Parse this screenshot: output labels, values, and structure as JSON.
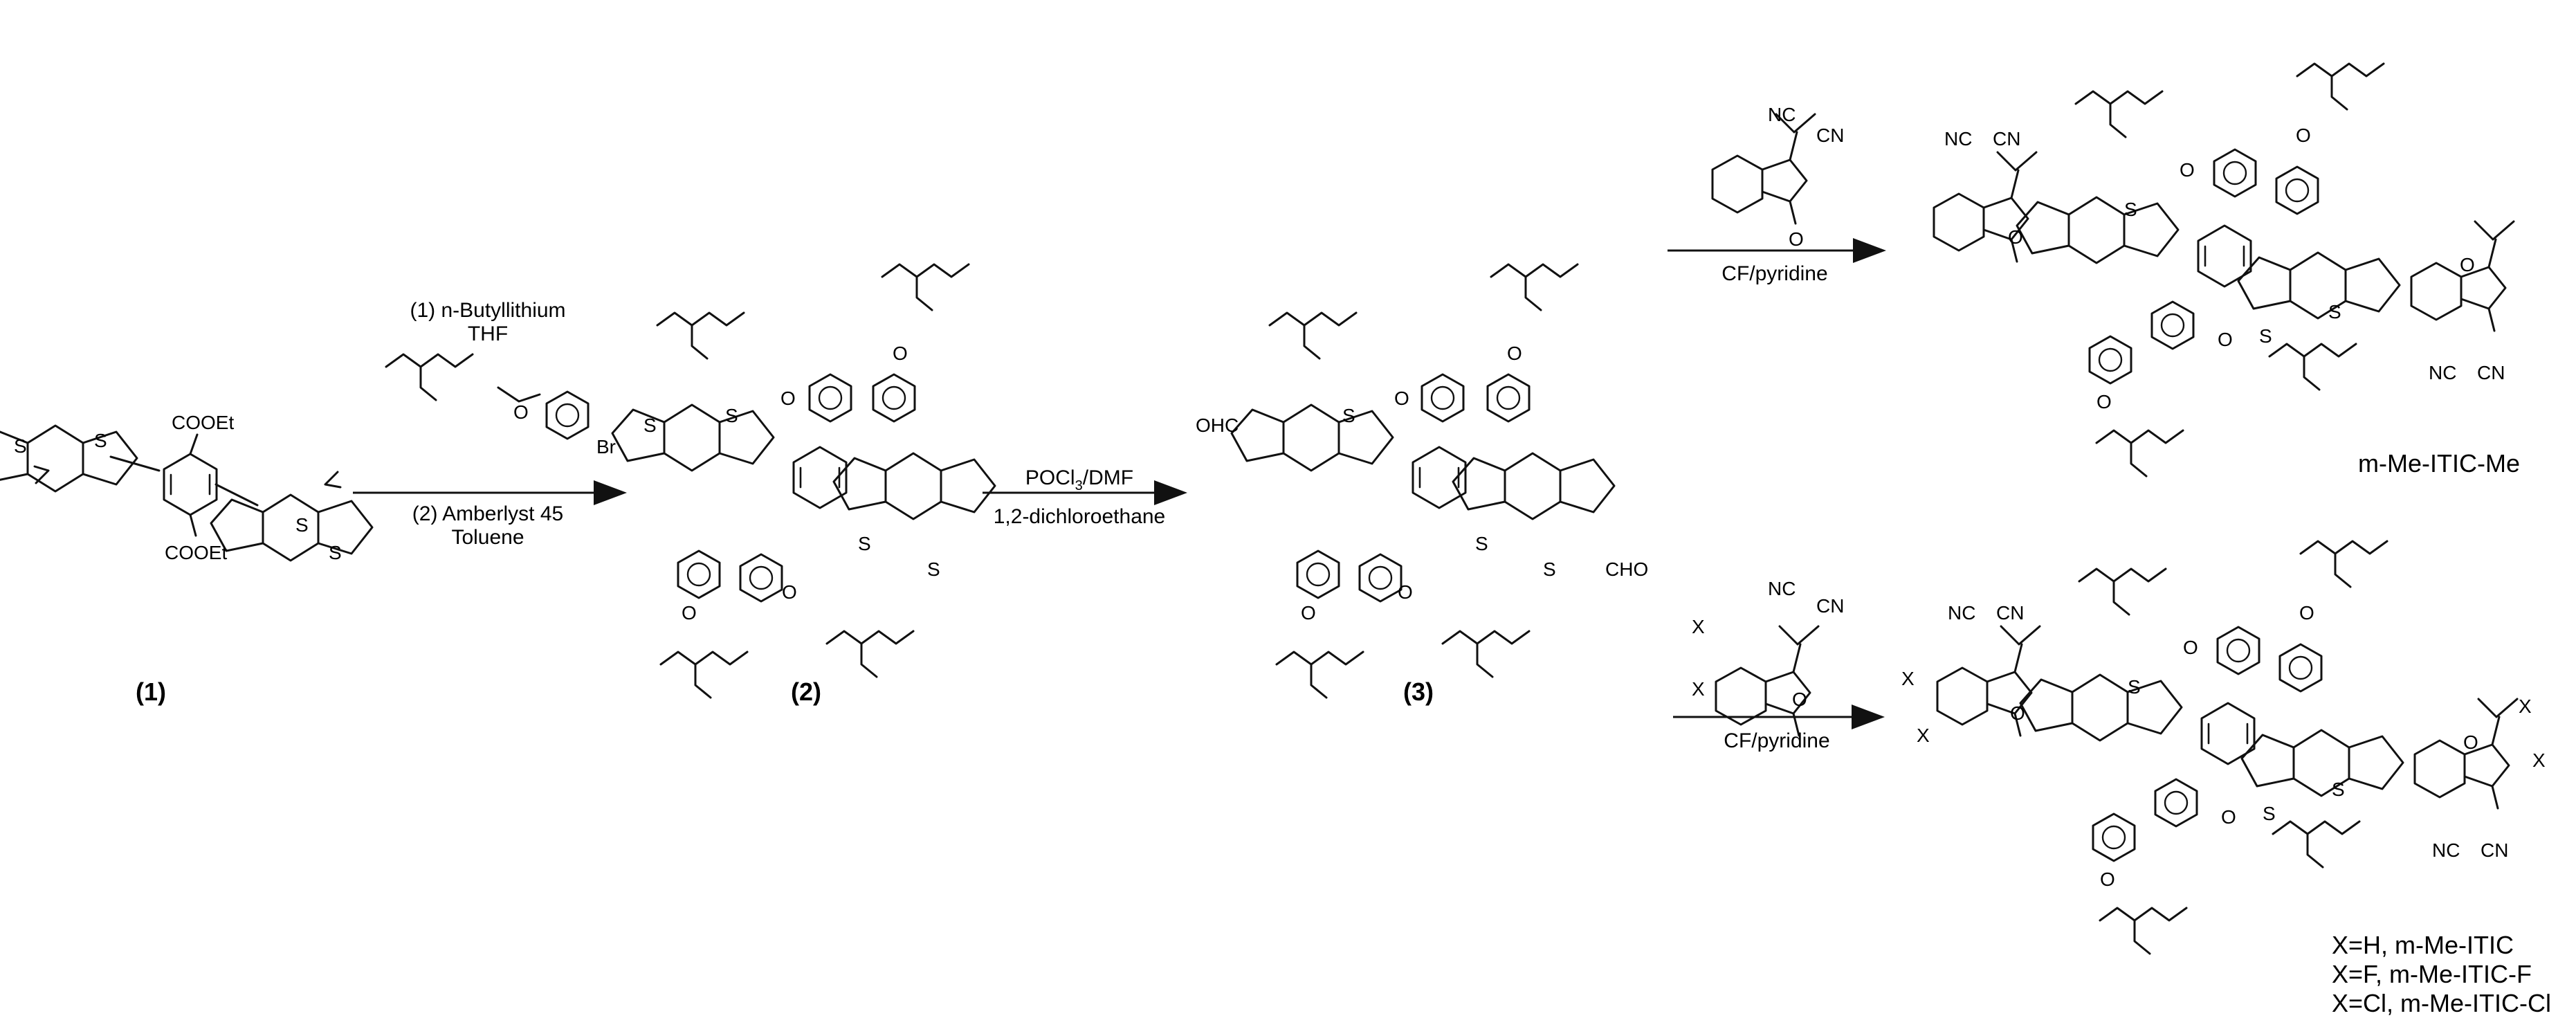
{
  "scheme": {
    "compounds": {
      "c1": "(1)",
      "c2": "(2)",
      "c3": "(3)"
    },
    "step1": {
      "line1": "(1) n-Butyllithium",
      "line2": "THF",
      "line3": "(2) Amberlyst 45",
      "line4": "Toluene"
    },
    "step2": {
      "reagent_base": "POCl",
      "reagent_sub": "3",
      "reagent_rest": "/DMF",
      "solvent": "1,2-dichloroethane"
    },
    "step3_top": {
      "conditions": "CF/pyridine"
    },
    "step3_bottom": {
      "conditions": "CF/pyridine"
    },
    "products": {
      "top_name": "m-Me-ITIC-Me",
      "bottom_names": [
        "X=H,  m-Me-ITIC",
        "X=F,  m-Me-ITIC-F",
        "X=Cl, m-Me-ITIC-Cl"
      ]
    },
    "atoms": {
      "S": "S",
      "Br": "Br",
      "O": "O",
      "X": "X",
      "NC": "NC",
      "CN": "CN",
      "CHO": "CHO",
      "OHC": "OHC",
      "COOEt": "COOEt"
    }
  }
}
